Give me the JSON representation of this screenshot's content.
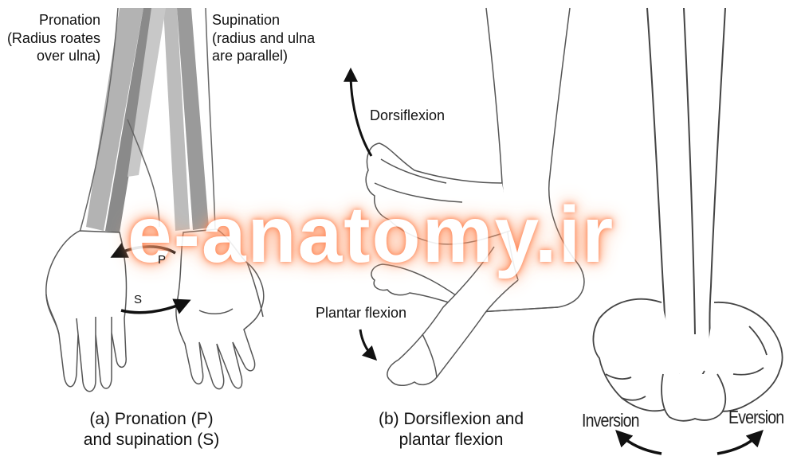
{
  "panel_a": {
    "pronation_title": "Pronation",
    "pronation_line2": "(Radius roates",
    "pronation_line3": "over ulna)",
    "supination_title": "Supination",
    "supination_line2": "(radius and ulna",
    "supination_line3": "are parallel)",
    "arrow_p_label": "P",
    "arrow_s_label": "S",
    "caption_line1": "(a) Pronation (P)",
    "caption_line2": "and supination (S)"
  },
  "panel_b": {
    "dorsiflexion_label": "Dorsiflexion",
    "plantar_label": "Plantar flexion",
    "caption_line1": "(b) Dorsiflexion and",
    "caption_line2": "plantar flexion"
  },
  "panel_c": {
    "inversion_label": "Inversion",
    "eversion_label": "Eversion"
  },
  "watermark": "e-anatomy.ir",
  "colors": {
    "bone_dark": "#8a8a8a",
    "bone_light": "#c4c4c4",
    "outline": "#555555",
    "watermark_glow": "#ff7a45"
  }
}
